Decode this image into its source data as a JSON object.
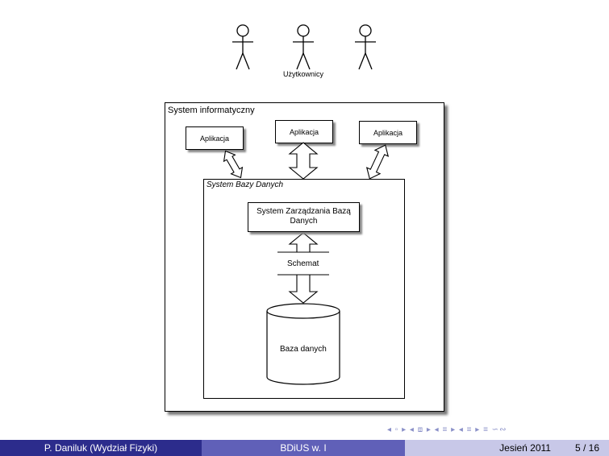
{
  "diagram": {
    "users_label": "Użytkownicy",
    "system_title": "System informatyczny",
    "apps": [
      "Aplikacja",
      "Aplikacja",
      "Aplikacja"
    ],
    "dbs_title": "System Bazy Danych",
    "dbms_label": "System Zarządzania Bazą Danych",
    "schema_label": "Schemat",
    "database_label": "Baza danych"
  },
  "nav": {
    "symbols": "◂ ▫ ▸ ◂ ⧈ ▸ ◂ ≡ ▸ ◂ ≡ ▸   ≡   ∽∾"
  },
  "footer": {
    "author": "P. Daniluk  (Wydział Fizyki)",
    "title": "BDiUS w. I",
    "date": "Jesień 2011",
    "page": "5 / 16"
  }
}
